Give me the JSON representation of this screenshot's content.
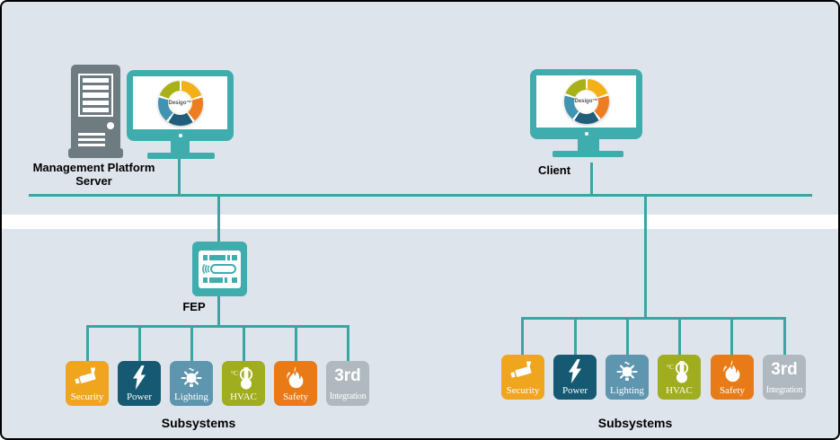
{
  "colors": {
    "background": "#dee4eb",
    "band": "#ffffff",
    "connector": "#3ba4a4",
    "device_teal": "#3fadad",
    "server_gray": "#6e7b81"
  },
  "server": {
    "label_line1": "Management Platform",
    "label_line2": "Server"
  },
  "client": {
    "label": "Client"
  },
  "fep": {
    "label": "FEP"
  },
  "desigo_wheel": {
    "brand": "Desigo™",
    "segments": [
      "#f3b117",
      "#ed7d22",
      "#1f5f7b",
      "#4193b2",
      "#a8b118"
    ]
  },
  "subsystems": {
    "title": "Subsystems",
    "items": [
      {
        "label": "Security",
        "color": "#f0a51f",
        "icon": "camera-icon"
      },
      {
        "label": "Power",
        "color": "#155a72",
        "icon": "bolt-icon"
      },
      {
        "label": "Lighting",
        "color": "#5e95af",
        "icon": "bulb-icon"
      },
      {
        "label": "HVAC",
        "color": "#a0ad1e",
        "icon": "thermometer-icon"
      },
      {
        "label": "Safety",
        "color": "#e87b17",
        "icon": "flame-icon"
      },
      {
        "label_top": "3rd",
        "label": "Integration",
        "color": "#afb9bf",
        "icon": "third-party-text"
      }
    ]
  }
}
